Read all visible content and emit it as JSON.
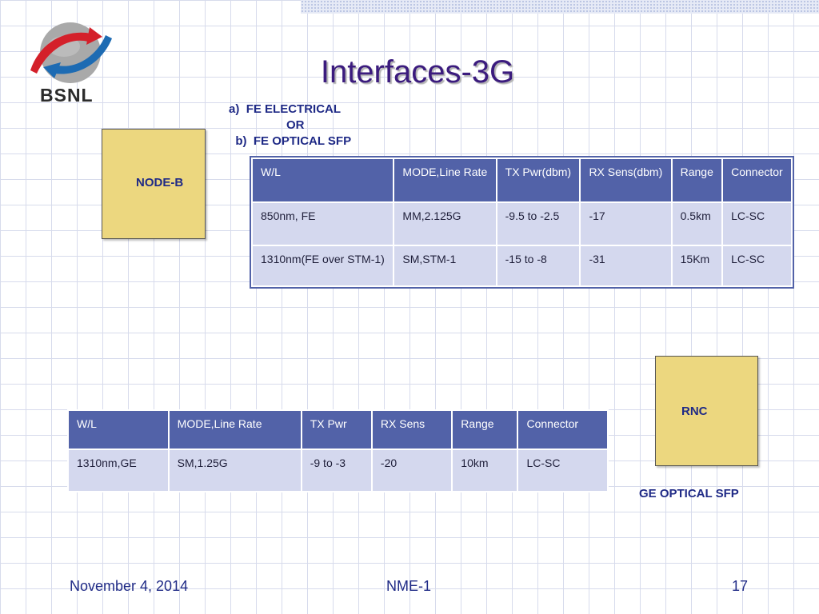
{
  "logo": {
    "text": "BSNL"
  },
  "title": "Interfaces-3G",
  "options": [
    {
      "marker": "a)",
      "text": "FE ELECTRICAL"
    },
    {
      "marker": "b)",
      "text": "FE OPTICAL SFP"
    }
  ],
  "options_or": "OR",
  "node_b": {
    "label": "NODE-B"
  },
  "rnc": {
    "label": "RNC"
  },
  "fe_table": {
    "headers": [
      "W/L",
      "MODE,Line Rate",
      "TX Pwr(dbm)",
      "RX Sens(dbm)",
      "Range",
      "Connector"
    ],
    "rows": [
      [
        "850nm, FE",
        "MM,2.125G",
        "-9.5 to -2.5",
        "-17",
        "0.5km",
        "LC-SC"
      ],
      [
        "1310nm(FE over STM-1)",
        "SM,STM-1",
        "-15 to -8",
        "-31",
        "15Km",
        "LC-SC"
      ]
    ]
  },
  "ge_table": {
    "headers": [
      "W/L",
      "MODE,Line Rate",
      "TX Pwr",
      "RX Sens",
      "Range",
      "Connector"
    ],
    "rows": [
      [
        "1310nm,GE",
        "SM,1.25G",
        "-9 to -3",
        "-20",
        "10km",
        "LC-SC"
      ]
    ]
  },
  "ge_label": "GE OPTICAL SFP",
  "footer": {
    "date": "November 4, 2014",
    "center": "NME-1",
    "page": "17"
  },
  "colors": {
    "title": "#3b1b7e",
    "text_blue": "#1f2a86",
    "header_bg": "#5262a8",
    "cell_bg": "#d4d8ee",
    "box_fill": "#ecd77f"
  }
}
